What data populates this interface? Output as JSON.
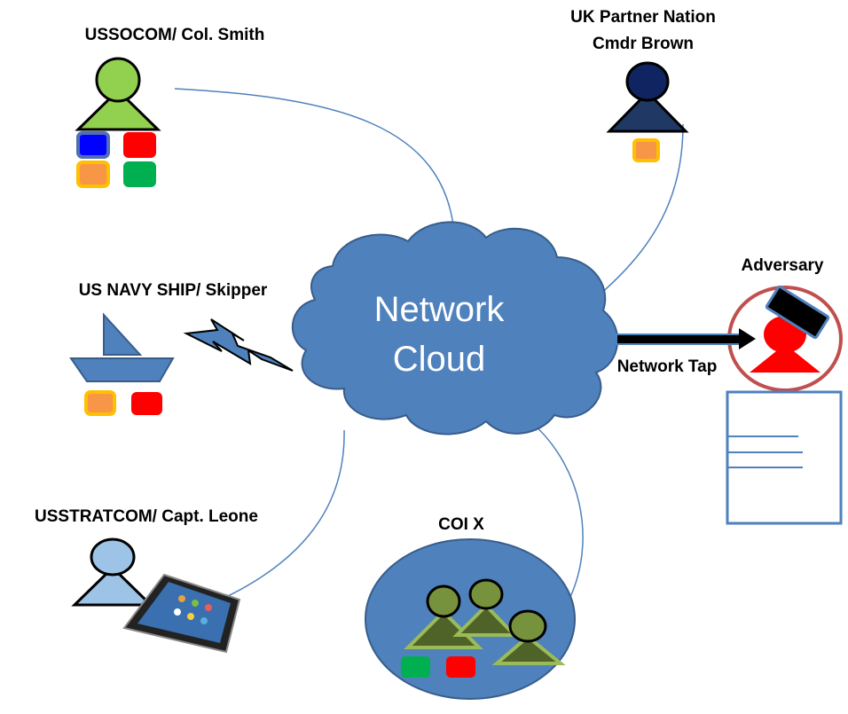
{
  "labels": {
    "ussocom": "USSOCOM/ Col. Smith",
    "uk_line1": "UK Partner Nation",
    "uk_line2": "Cmdr Brown",
    "navy": "US NAVY SHIP/ Skipper",
    "adversary": "Adversary",
    "network_tap": "Network Tap",
    "stratcom": "USSTRATCOM/ Capt. Leone",
    "coi": "COI X"
  },
  "cloud": {
    "line1": "Network",
    "line2": "Cloud"
  },
  "colors": {
    "cloud_fill": "#4F81BD",
    "cloud_stroke": "#385D8A",
    "link_line": "#4F81BD",
    "ussocom_person": "#92D050",
    "uk_person": "#1F3864",
    "stratcom_person": "#9DC3E6",
    "coi_person": "#76923C",
    "adversary_person": "#FF0000",
    "adversary_ring": "#C0504D",
    "tag_blue": "#0000FF",
    "tag_red": "#FF0000",
    "tag_orange": "#F79646",
    "tag_orange_border": "#FFC000",
    "tag_green": "#00B050"
  },
  "icons": [
    "person-icon",
    "ship-icon",
    "lightning-icon",
    "smartphone-icon",
    "arrow-icon",
    "document-icon",
    "cloud-icon"
  ]
}
